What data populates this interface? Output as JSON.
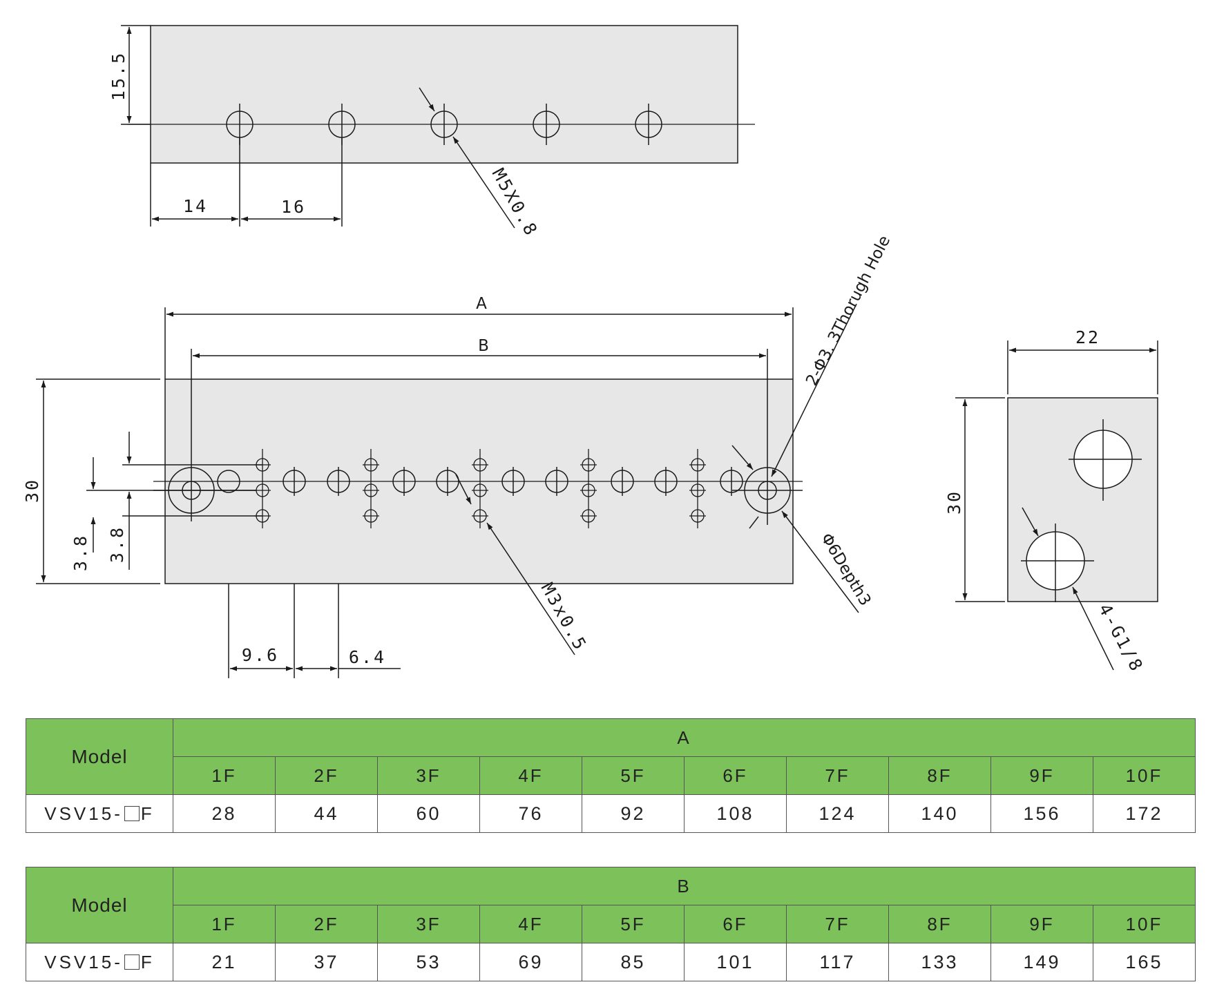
{
  "top_view": {
    "dims": {
      "height": "15.5",
      "pitch_first": "14",
      "pitch": "16"
    },
    "thread_label": "M5X0.8"
  },
  "front_view": {
    "dims": {
      "length_a": "A",
      "length_b": "B",
      "height": "30",
      "offset_1": "3.8",
      "offset_2": "3.8",
      "spacing_1": "9.6",
      "spacing_2": "6.4"
    },
    "through_hole_label": "2-Φ3. 3Thorugh Hole",
    "counterbore_label": "Φ6Depth3",
    "thread_label": "M3x0.5"
  },
  "side_view": {
    "dims": {
      "width": "22",
      "height": "30"
    },
    "port_label": "4-G1/8"
  },
  "table_a": {
    "model_header": "Model",
    "group_header": "A",
    "columns": [
      "1F",
      "2F",
      "3F",
      "4F",
      "5F",
      "6F",
      "7F",
      "8F",
      "9F",
      "10F"
    ],
    "row": {
      "model_prefix": "VSV15-",
      "model_suffix": "F",
      "values": [
        "28",
        "44",
        "60",
        "76",
        "92",
        "108",
        "124",
        "140",
        "156",
        "172"
      ]
    }
  },
  "table_b": {
    "model_header": "Model",
    "group_header": "B",
    "columns": [
      "1F",
      "2F",
      "3F",
      "4F",
      "5F",
      "6F",
      "7F",
      "8F",
      "9F",
      "10F"
    ],
    "row": {
      "model_prefix": "VSV15-",
      "model_suffix": "F",
      "values": [
        "21",
        "37",
        "53",
        "69",
        "85",
        "101",
        "117",
        "133",
        "149",
        "165"
      ]
    }
  },
  "colors": {
    "header_green": "#7cc15a",
    "part_fill": "#e7e7e7",
    "line": "#1a1a1a"
  }
}
